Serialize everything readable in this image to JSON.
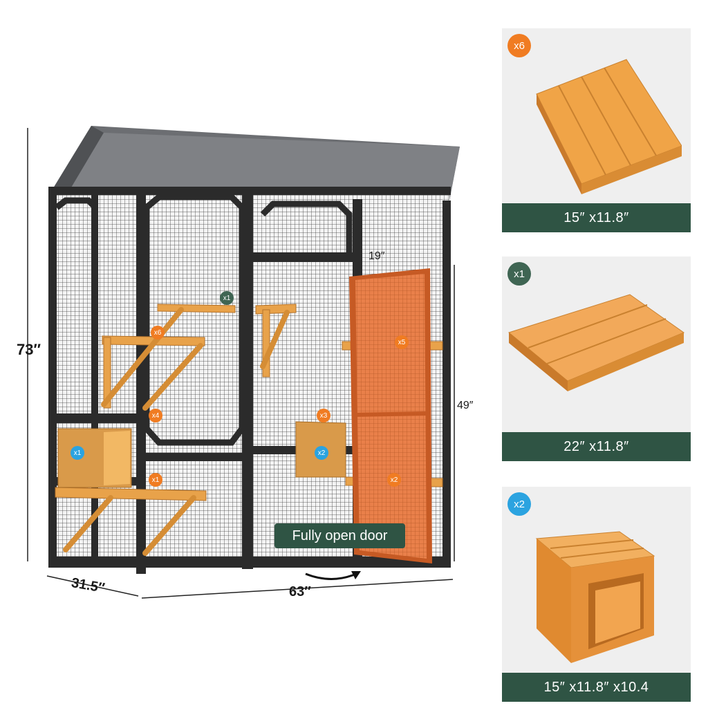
{
  "dimensions": {
    "height": "73″",
    "depth": "31.5″",
    "width": "63″",
    "door_width": "19″",
    "door_height": "49″"
  },
  "door_label": "Fully open door",
  "colors": {
    "panel_bar": "#2f5444",
    "badge_orange": "#f07c22",
    "badge_green": "#3f6553",
    "badge_blue": "#2ba3e0",
    "wood": "#e8a24a",
    "frame": "#2b2b2b",
    "door": "#e6743a"
  },
  "callouts": {
    "c1": "x1",
    "c2": "x6",
    "c3": "x4",
    "c4": "x1",
    "c5": "x1",
    "c6": "x5",
    "c7": "x3",
    "c8": "x2",
    "c9": "x2"
  },
  "panels": [
    {
      "badge": "x6",
      "size": "15″ x11.8″",
      "icon": "platform-large-icon"
    },
    {
      "badge": "x1",
      "size": "22″ x11.8″",
      "icon": "platform-long-icon"
    },
    {
      "badge": "x2",
      "size": "15″ x11.8″ x10.4",
      "icon": "tunnel-box-icon"
    }
  ]
}
